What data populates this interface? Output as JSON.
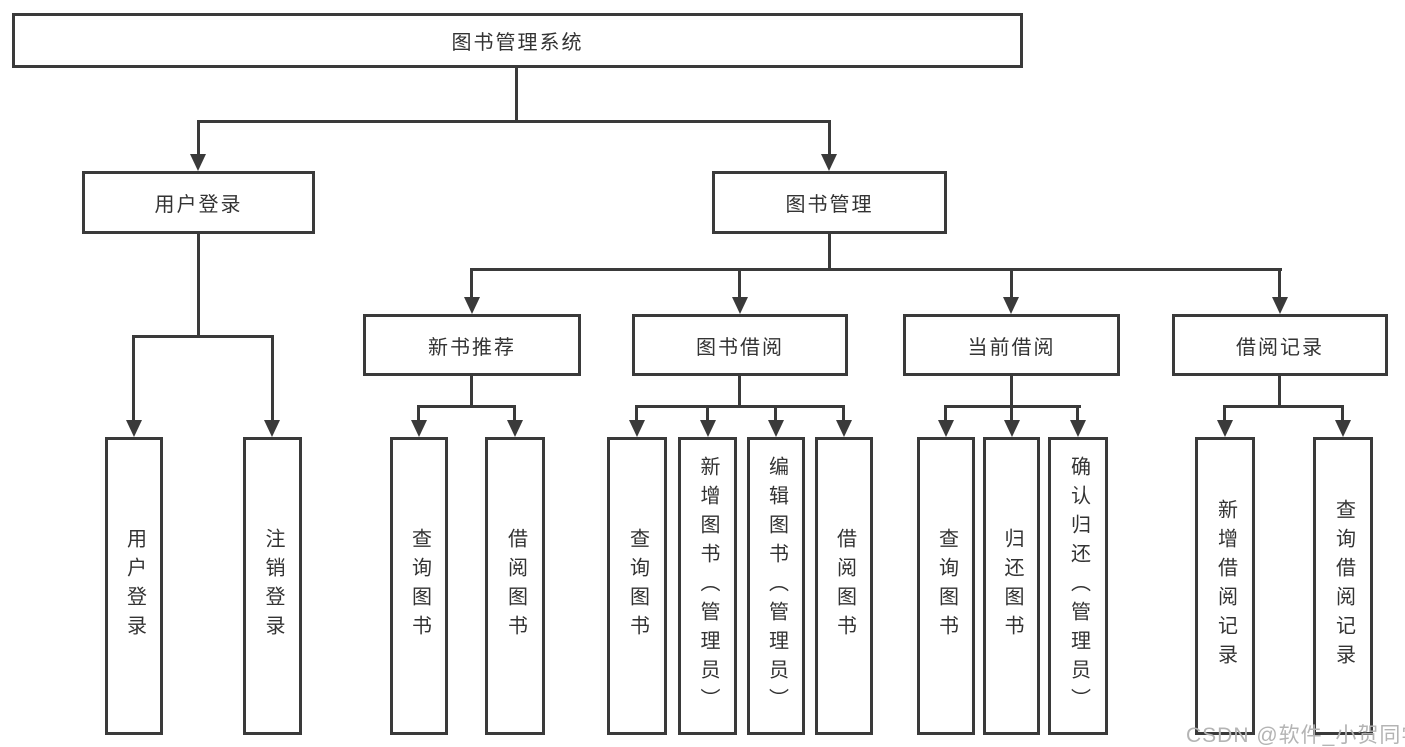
{
  "tree": {
    "root": {
      "label": "图书管理系统"
    },
    "branches": [
      {
        "label": "用户登录",
        "children": [
          {
            "label": "用户登录"
          },
          {
            "label": "注销登录"
          }
        ]
      },
      {
        "label": "图书管理",
        "children": [
          {
            "label": "新书推荐",
            "children": [
              {
                "label": "查询图书"
              },
              {
                "label": "借阅图书"
              }
            ]
          },
          {
            "label": "图书借阅",
            "children": [
              {
                "label": "查询图书"
              },
              {
                "label": "新增图书（管理员）"
              },
              {
                "label": "编辑图书（管理员）"
              },
              {
                "label": "借阅图书"
              }
            ]
          },
          {
            "label": "当前借阅",
            "children": [
              {
                "label": "查询图书"
              },
              {
                "label": "归还图书"
              },
              {
                "label": "确认归还（管理员）"
              }
            ]
          },
          {
            "label": "借阅记录",
            "children": [
              {
                "label": "新增借阅记录"
              },
              {
                "label": "查询借阅记录"
              }
            ]
          }
        ]
      }
    ]
  },
  "watermark": {
    "text": "CSDN @软件_小贺同学"
  },
  "colors": {
    "line": "#3a3a3a",
    "text": "#333333",
    "watermark": "#b4b4b4",
    "background": "#ffffff"
  }
}
